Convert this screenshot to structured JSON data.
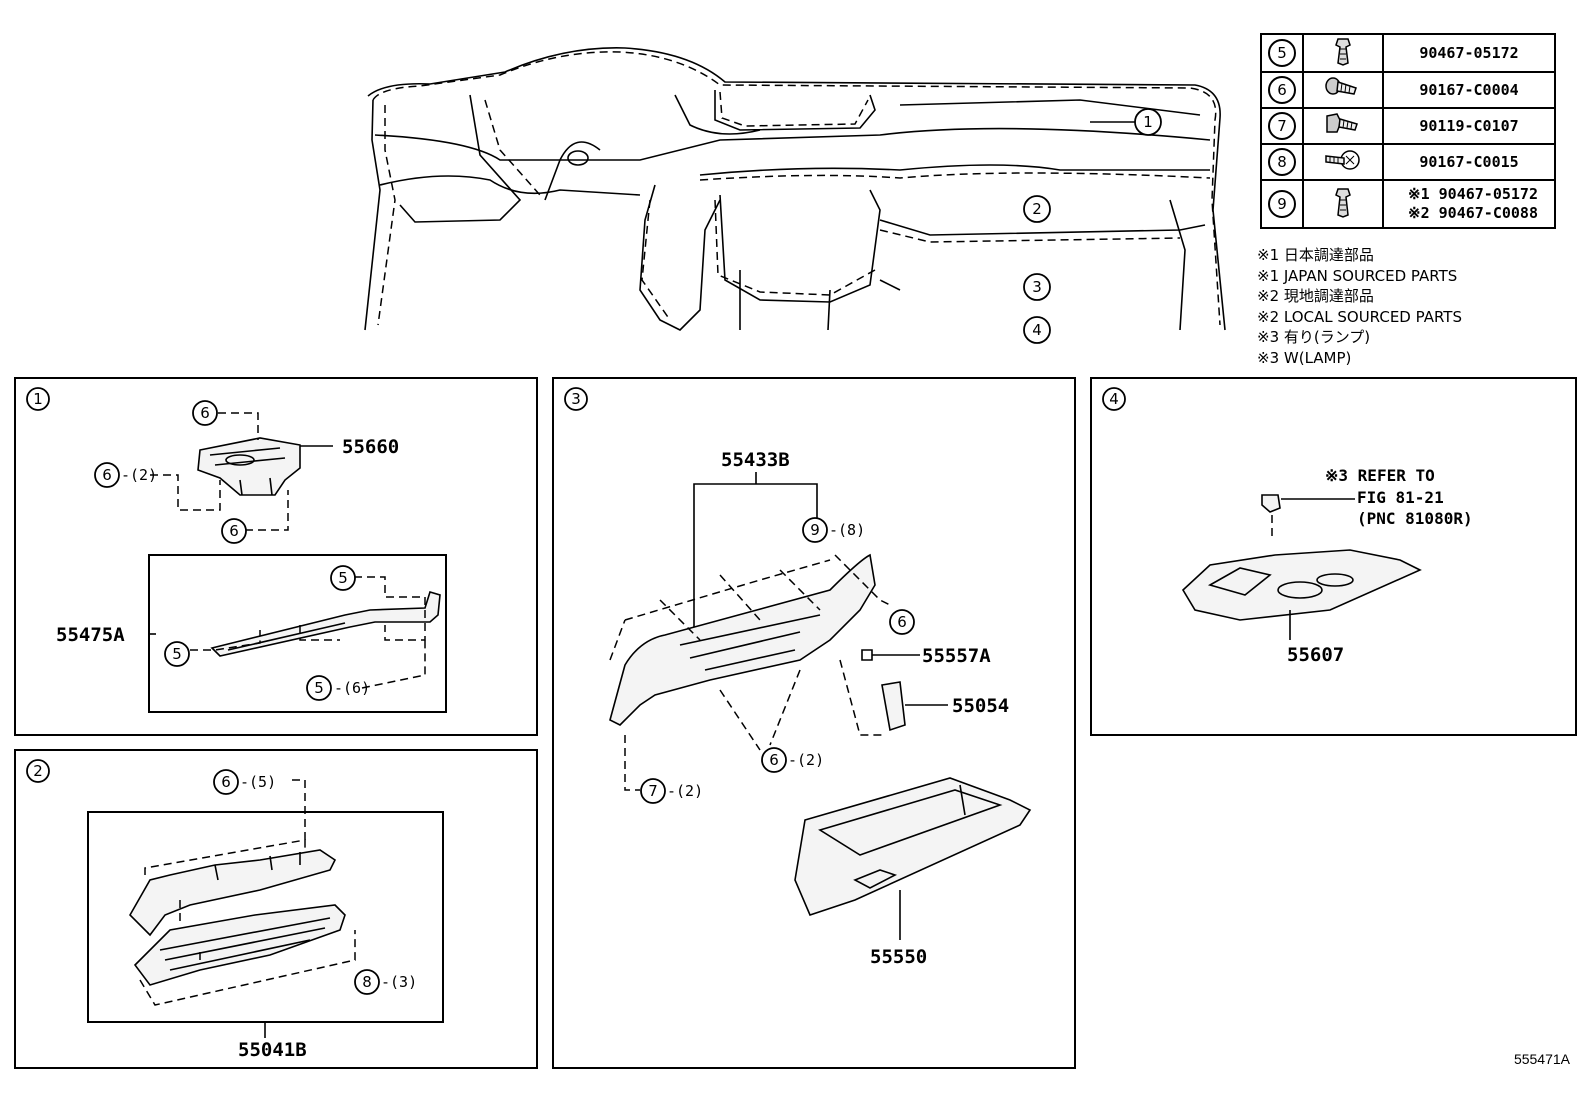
{
  "fasteners": [
    {
      "ref": "5",
      "part": "90467-05172"
    },
    {
      "ref": "6",
      "part": "90167-C0004"
    },
    {
      "ref": "7",
      "part": "90119-C0107"
    },
    {
      "ref": "8",
      "part": "90167-C0015"
    },
    {
      "ref": "9",
      "part_a": "※1 90467-05172",
      "part_b": "※2 90467-C0088"
    }
  ],
  "notes": [
    "※1 日本調達部品",
    "※1 JAPAN SOURCED PARTS",
    "※2 現地調達部品",
    "※2 LOCAL SOURCED PARTS",
    "※3 有り(ランプ)",
    "※3 W(LAMP)"
  ],
  "overview_callouts": [
    "1",
    "2",
    "3",
    "4"
  ],
  "panel1": {
    "id": "1",
    "parts": [
      "55660",
      "55475A"
    ],
    "callouts": [
      "6",
      "6",
      "6",
      "5",
      "5",
      "5"
    ],
    "qty": [
      "-(2)",
      "-(6)"
    ]
  },
  "panel2": {
    "id": "2",
    "parts": [
      "55041B"
    ],
    "callouts": [
      "6",
      "8"
    ],
    "qty": [
      "-(5)",
      "-(3)"
    ]
  },
  "panel3": {
    "id": "3",
    "parts": [
      "55433B",
      "55557A",
      "55054",
      "55550"
    ],
    "callouts": [
      "9",
      "6",
      "6",
      "7"
    ],
    "qty": [
      "-(8)",
      "-(2)",
      "-(2)"
    ]
  },
  "panel4": {
    "id": "4",
    "ref_lines": [
      "※3 REFER TO",
      "FIG 81-21",
      "(PNC 81080R)"
    ],
    "parts": [
      "55607"
    ]
  },
  "figure_id": "555471A"
}
